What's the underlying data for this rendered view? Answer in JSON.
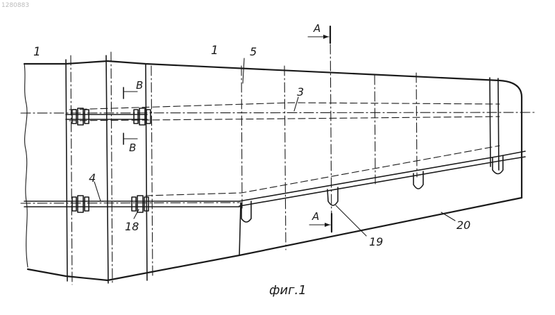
{
  "figure": {
    "corner_mark": "1280883",
    "caption": "фиг.1",
    "section_labels": {
      "a_top": "A",
      "a_bottom": "A",
      "b_top": "B",
      "b_bottom": "B"
    },
    "part_numbers": {
      "p1_left": "1",
      "p1_top": "1",
      "p5": "5",
      "p3": "3",
      "p4": "4",
      "p18": "18",
      "p19": "19",
      "p20": "20"
    }
  }
}
